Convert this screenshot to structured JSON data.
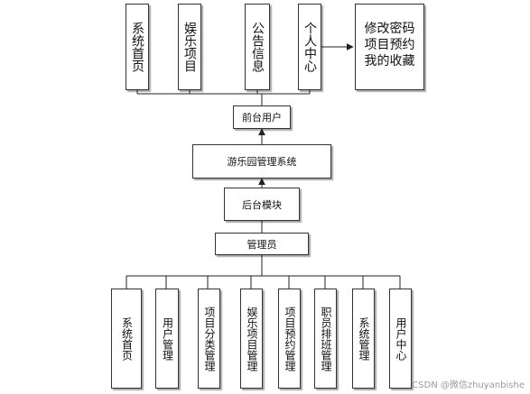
{
  "frontend": {
    "items": [
      {
        "label": "系统首页"
      },
      {
        "label": "娱乐项目"
      },
      {
        "label": "公告信息"
      },
      {
        "label": "个人中心"
      }
    ],
    "detail_label": "修改密码\n项目预约\n我的收藏"
  },
  "hub": {
    "front_user": "前台用户",
    "system": "游乐园管理系统",
    "backend_module": "后台模块",
    "admin": "管理员"
  },
  "backend": {
    "items": [
      {
        "label": "系统首页"
      },
      {
        "label": "用户管理"
      },
      {
        "label": "项目分类管理"
      },
      {
        "label": "娱乐项目管理"
      },
      {
        "label": "项目预约管理"
      },
      {
        "label": "职员排班管理"
      },
      {
        "label": "系统管理"
      },
      {
        "label": "用户中心"
      }
    ]
  },
  "watermark": "CSDN @微信zhuyanbishe",
  "colors": {
    "line": "#222222",
    "border": "#333333",
    "watermark": "#9a9a9a"
  }
}
